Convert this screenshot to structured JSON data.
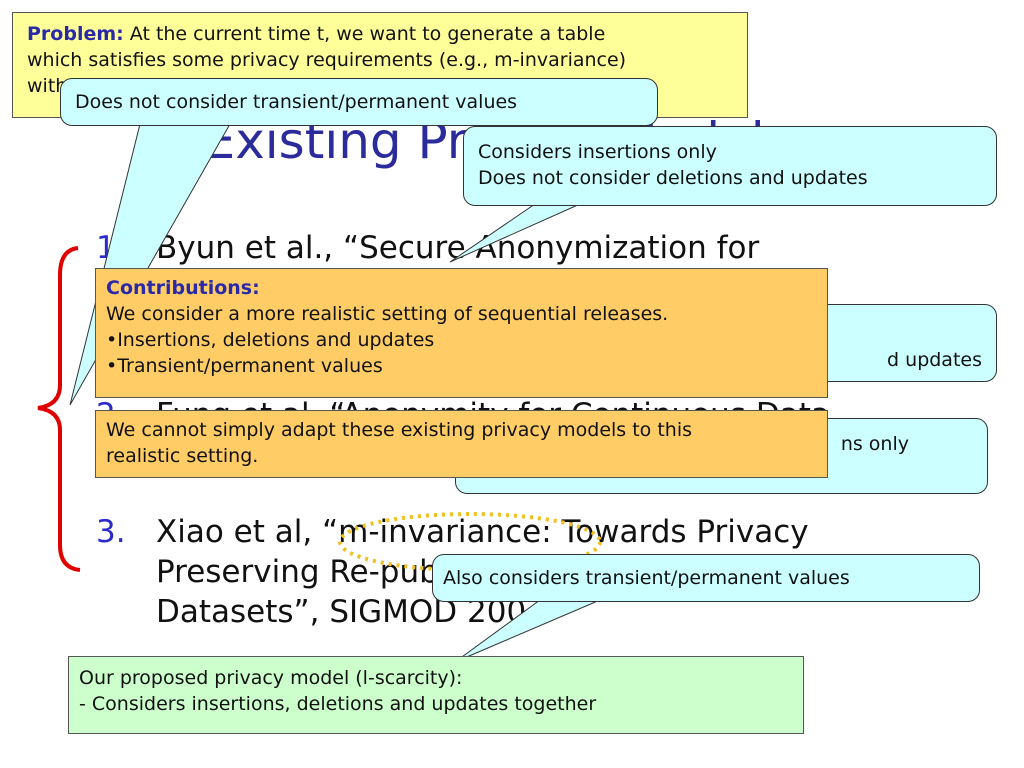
{
  "slide": {
    "title": "2. Existing Privacy Models"
  },
  "items": [
    {
      "num": "1.",
      "lines": [
        "Byun et al., “Secure Anonymization for"
      ]
    },
    {
      "num": "2.",
      "lines": [
        "Fung et al. “Anonymity for Continuous Data"
      ]
    },
    {
      "num": "3.",
      "lines": [
        "Xiao et al, “m-invariance: Towards Privacy",
        "Preserving Re-publication of Dynamic",
        "Datasets”, SIGMOD 2007"
      ]
    }
  ],
  "problem": {
    "label": "Problem:",
    "text1": " At the current time t, we want to generate a table",
    "text2": "which satisfies some privacy requirements (e.g., m-invariance)",
    "text3": "with"
  },
  "callouts": {
    "c1": "Does not consider transient/permanent values",
    "c2_line1": "Considers insertions only",
    "c2_line2": "Does not consider deletions and updates",
    "c3_partial": "d updates",
    "c4_partial": "ns only",
    "c5": "Also considers transient/permanent values"
  },
  "contributions": {
    "label": "Contributions:",
    "line1": "We consider a more realistic setting of sequential releases.",
    "line2": "•Insertions, deletions and updates",
    "line3": "•Transient/permanent values"
  },
  "cannot": {
    "line1": "We cannot simply adapt these existing privacy models to this",
    "line2": "realistic setting."
  },
  "proposed": {
    "line1": "Our proposed privacy model (l-scarcity):",
    "line2": " - Considers insertions, deletions and updates together"
  },
  "colors": {
    "title": "#2b2b9b",
    "callout": "#ccffff",
    "yellow": "#ffff99",
    "orange": "#ffcc66",
    "green": "#ccffcc",
    "brace": "#e00000",
    "dotted": "#f0c020"
  }
}
